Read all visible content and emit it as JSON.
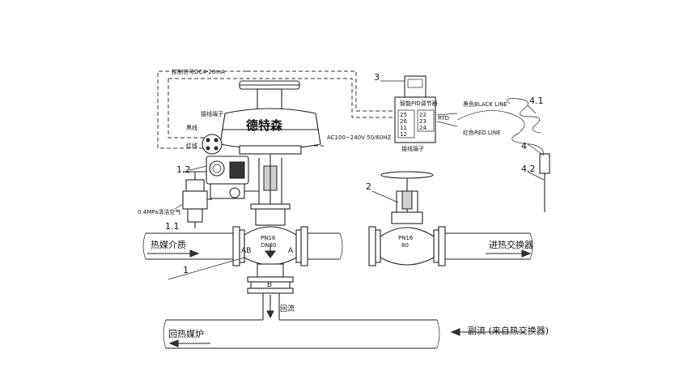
{
  "labels": {
    "signal": "控制信号DC4-20mA",
    "terminal_box_top": "接线端子",
    "black_wire": "黑线",
    "red_wire": "红线",
    "brand": "德特森",
    "air_supply": "0.4MPa清洁空气",
    "pid_title": "智能PID调节器",
    "terminal_box_pid": "接线端子",
    "power": "AC100~240V 50/60HZ",
    "black_line": "黑色BLACK LINE",
    "red_line": "红色RED LINE",
    "pid_in_terminals": [
      "25",
      "26",
      "11",
      "12"
    ],
    "pid_out_terminals": [
      "22",
      "23",
      "24"
    ],
    "pid_small": "RTD",
    "pn_left": "PN16",
    "dn_left": "DN80",
    "port_ab": "AB",
    "port_a": "A",
    "port_b": "B",
    "pn_right": "PN16",
    "dn_right": "80",
    "heat_medium": "热媒介质",
    "to_exchanger": "进热交换器",
    "return_flow": "回流",
    "return_boiler": "回热媒炉",
    "side_flow": "副流 (来自热交换器)"
  },
  "callouts": {
    "n1": "1",
    "n1_1": "1.1",
    "n1_2": "1.2",
    "n2": "2",
    "n3": "3",
    "n4": "4",
    "n4_1": "4.1",
    "n4_2": "4.2"
  }
}
